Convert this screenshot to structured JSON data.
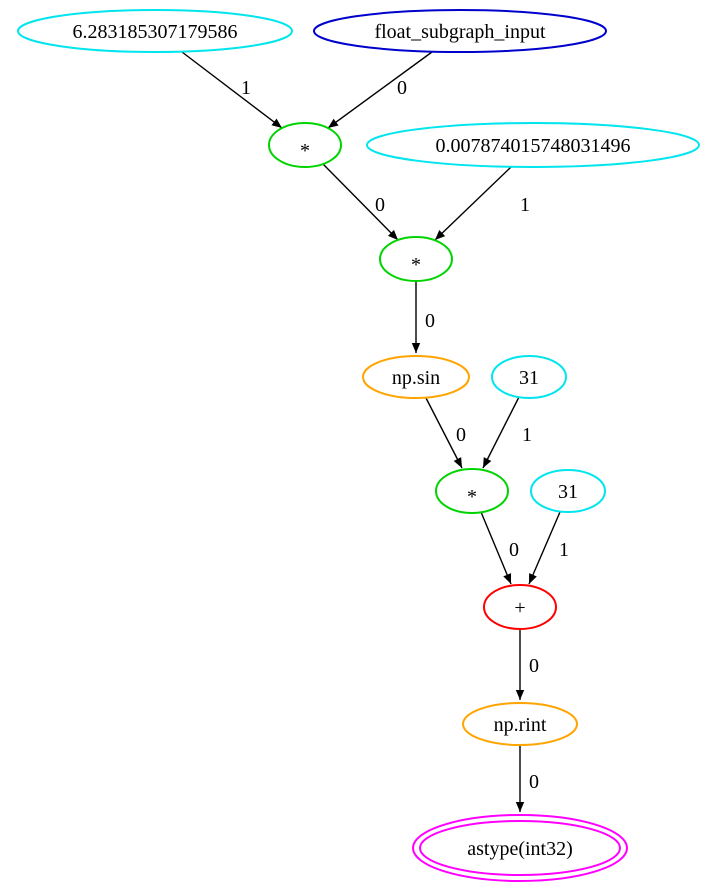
{
  "diagram": {
    "title": "computation-graph",
    "background": "#ffffff",
    "edge_color": "#000000",
    "nodes": [
      {
        "id": "const_tau",
        "label": "6.283185307179586",
        "color": "#00e5ee",
        "kind": "constant"
      },
      {
        "id": "input",
        "label": "float_subgraph_input",
        "color": "#0000cd",
        "kind": "input"
      },
      {
        "id": "mul1",
        "label": "*",
        "color": "#00d400",
        "kind": "operator"
      },
      {
        "id": "const_small",
        "label": "0.007874015748031496",
        "color": "#00e5ee",
        "kind": "constant"
      },
      {
        "id": "mul2",
        "label": "*",
        "color": "#00d400",
        "kind": "operator"
      },
      {
        "id": "sin",
        "label": "np.sin",
        "color": "#ffa500",
        "kind": "function"
      },
      {
        "id": "const31a",
        "label": "31",
        "color": "#00e5ee",
        "kind": "constant"
      },
      {
        "id": "mul3",
        "label": "*",
        "color": "#00d400",
        "kind": "operator"
      },
      {
        "id": "const31b",
        "label": "31",
        "color": "#00e5ee",
        "kind": "constant"
      },
      {
        "id": "add",
        "label": "+",
        "color": "#ff0000",
        "kind": "operator"
      },
      {
        "id": "rint",
        "label": "np.rint",
        "color": "#ffa500",
        "kind": "function"
      },
      {
        "id": "astype",
        "label": "astype(int32)",
        "color": "#ff00ff",
        "kind": "output"
      }
    ],
    "edges": [
      {
        "from": "const_tau",
        "to": "mul1",
        "label": "1"
      },
      {
        "from": "input",
        "to": "mul1",
        "label": "0"
      },
      {
        "from": "mul1",
        "to": "mul2",
        "label": "0"
      },
      {
        "from": "const_small",
        "to": "mul2",
        "label": "1"
      },
      {
        "from": "mul2",
        "to": "sin",
        "label": "0"
      },
      {
        "from": "sin",
        "to": "mul3",
        "label": "0"
      },
      {
        "from": "const31a",
        "to": "mul3",
        "label": "1"
      },
      {
        "from": "mul3",
        "to": "add",
        "label": "0"
      },
      {
        "from": "const31b",
        "to": "add",
        "label": "1"
      },
      {
        "from": "add",
        "to": "rint",
        "label": "0"
      },
      {
        "from": "rint",
        "to": "astype",
        "label": "0"
      }
    ]
  }
}
